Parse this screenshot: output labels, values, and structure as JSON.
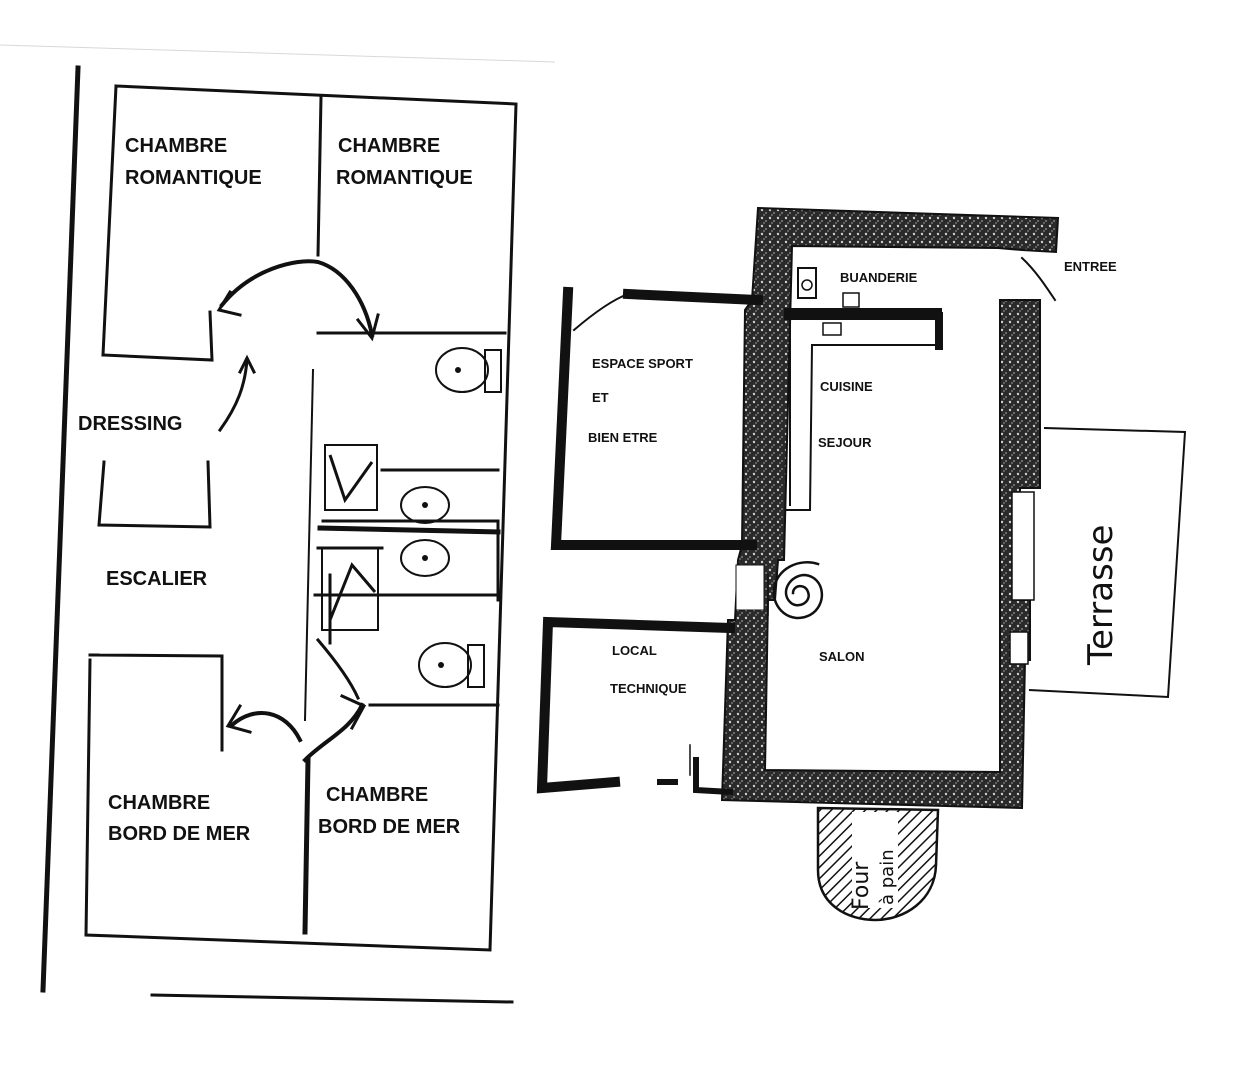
{
  "left_plan": {
    "rooms": {
      "chambre_romantique_1": [
        "CHAMBRE",
        "ROMANTIQUE"
      ],
      "chambre_romantique_2": [
        "CHAMBRE",
        "ROMANTIQUE"
      ],
      "dressing": "DRESSING",
      "escalier": "ESCALIER",
      "chambre_bord_de_mer_1": [
        "CHAMBRE",
        "BORD DE MER"
      ],
      "chambre_bord_de_mer_2": [
        "CHAMBRE",
        "BORD DE MER"
      ]
    }
  },
  "right_plan": {
    "rooms": {
      "buanderie": "BUANDERIE",
      "entree": "ENTREE",
      "espace_sport": [
        "ESPACE SPORT",
        "ET",
        "BIEN ETRE"
      ],
      "cuisine": "CUISINE",
      "sejour": "SEJOUR",
      "local_technique": [
        "LOCAL",
        "TECHNIQUE"
      ],
      "salon": "SALON",
      "terrasse": "Terrasse",
      "four_a_pain": [
        "Four",
        "à pain"
      ]
    }
  }
}
